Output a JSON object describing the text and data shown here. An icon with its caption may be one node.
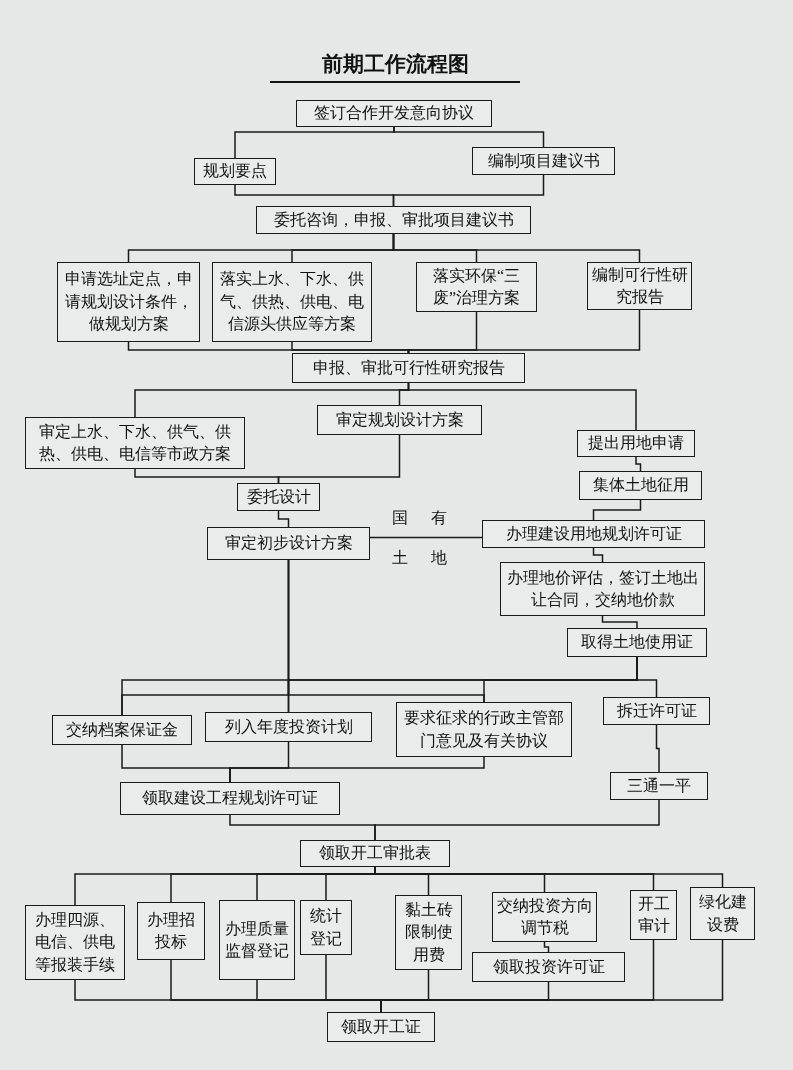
{
  "diagram": {
    "title": "前期工作流程图",
    "nodes": [
      {
        "text": [
          "签订合作开发意向协议"
        ]
      },
      {
        "text": [
          "规划要点"
        ]
      },
      {
        "text": [
          "编制项目建议书"
        ]
      },
      {
        "text": [
          "委托咨询，申报、审批项目建议书"
        ]
      },
      {
        "text": [
          "申请选址定点，申请规划设计条件，做规划方案"
        ]
      },
      {
        "text": [
          "落实上水、下水、供气、供热、供电、电信源头供应等方案"
        ]
      },
      {
        "text": [
          "落实环保“三废”治理方案"
        ]
      },
      {
        "text": [
          "编制可行性研究报告"
        ]
      },
      {
        "text": [
          "申报、审批可行性研究报告"
        ]
      },
      {
        "text": [
          "审定上水、下水、供气、供热、供电、电信等市政方案"
        ]
      },
      {
        "text": [
          "审定规划设计方案"
        ]
      },
      {
        "text": [
          "提出用地申请"
        ]
      },
      {
        "text": [
          "集体土地征用"
        ]
      },
      {
        "text": [
          "委托设计"
        ]
      },
      {
        "text": [
          "审定初步设计方案"
        ]
      },
      {
        "text": [
          "办理建设用地规划许可证"
        ]
      },
      {
        "text": [
          "办理地价评估，签订土地出让合同，交纳地价款"
        ]
      },
      {
        "text": [
          "取得土地使用证"
        ]
      },
      {
        "text": [
          "交纳档案保证金"
        ]
      },
      {
        "text": [
          "列入年度投资计划"
        ]
      },
      {
        "text": [
          "要求征求的行政主管部门意见及有关协议"
        ]
      },
      {
        "text": [
          "拆迁许可证"
        ]
      },
      {
        "text": [
          "领取建设工程规划许可证"
        ]
      },
      {
        "text": [
          "三通一平"
        ]
      },
      {
        "text": [
          "领取开工审批表"
        ]
      },
      {
        "text": [
          "办理四源、电信、供电等报装手续"
        ]
      },
      {
        "text": [
          "办理招投标"
        ]
      },
      {
        "text": [
          "办理质量监督登记"
        ]
      },
      {
        "text": [
          "统计登记"
        ]
      },
      {
        "text": [
          "黏土砖限制使用费"
        ]
      },
      {
        "text": [
          "交纳投资方向调节税"
        ]
      },
      {
        "text": [
          "领取投资许可证"
        ]
      },
      {
        "text": [
          "开工审计"
        ]
      },
      {
        "text": [
          "绿化建设费"
        ]
      },
      {
        "text": [
          "领取开工证"
        ]
      }
    ],
    "edges": [
      {
        "from": 0,
        "to": 1,
        "arrow": "none"
      },
      {
        "from": 0,
        "to": 2,
        "arrow": "none"
      },
      {
        "from": 1,
        "to": 3,
        "arrow": "none"
      },
      {
        "from": 2,
        "to": 3,
        "arrow": "none"
      },
      {
        "from": 3,
        "to": 4,
        "arrow": "none"
      },
      {
        "from": 3,
        "to": 5,
        "arrow": "none"
      },
      {
        "from": 3,
        "to": 6,
        "arrow": "none"
      },
      {
        "from": 3,
        "to": 7,
        "arrow": "none"
      },
      {
        "from": 4,
        "to": 8,
        "arrow": "none"
      },
      {
        "from": 5,
        "to": 8,
        "arrow": "none"
      },
      {
        "from": 6,
        "to": 8,
        "arrow": "none"
      },
      {
        "from": 7,
        "to": 8,
        "arrow": "none"
      },
      {
        "from": 8,
        "to": 9,
        "arrow": "none"
      },
      {
        "from": 8,
        "to": 10,
        "arrow": "none"
      },
      {
        "from": 8,
        "to": 11,
        "arrow": "none"
      },
      {
        "from": 9,
        "to": 13,
        "arrow": "none"
      },
      {
        "from": 10,
        "to": 13,
        "arrow": "none"
      },
      {
        "from": 13,
        "to": 14,
        "arrow": "none"
      },
      {
        "from": 14,
        "to": 15,
        "arrow": "none",
        "label": "国有土地"
      },
      {
        "from": 11,
        "to": 12,
        "arrow": "none"
      },
      {
        "from": 12,
        "to": 15,
        "arrow": "none"
      },
      {
        "from": 15,
        "to": 16,
        "arrow": "none"
      },
      {
        "from": 16,
        "to": 17,
        "arrow": "none"
      },
      {
        "from": 14,
        "to": 18,
        "arrow": "none"
      },
      {
        "from": 14,
        "to": 19,
        "arrow": "none"
      },
      {
        "from": 14,
        "to": 20,
        "arrow": "none"
      },
      {
        "from": 17,
        "to": 18,
        "arrow": "none"
      },
      {
        "from": 17,
        "to": 19,
        "arrow": "none"
      },
      {
        "from": 17,
        "to": 20,
        "arrow": "none"
      },
      {
        "from": 17,
        "to": 21,
        "arrow": "none"
      },
      {
        "from": 18,
        "to": 22,
        "arrow": "none"
      },
      {
        "from": 19,
        "to": 22,
        "arrow": "none"
      },
      {
        "from": 20,
        "to": 22,
        "arrow": "none"
      },
      {
        "from": 21,
        "to": 23,
        "arrow": "none"
      },
      {
        "from": 22,
        "to": 24,
        "arrow": "none"
      },
      {
        "from": 23,
        "to": 24,
        "arrow": "none"
      },
      {
        "from": 24,
        "to": 25,
        "arrow": "none"
      },
      {
        "from": 24,
        "to": 26,
        "arrow": "none"
      },
      {
        "from": 24,
        "to": 27,
        "arrow": "none"
      },
      {
        "from": 24,
        "to": 28,
        "arrow": "none"
      },
      {
        "from": 24,
        "to": 29,
        "arrow": "none"
      },
      {
        "from": 24,
        "to": 30,
        "arrow": "none"
      },
      {
        "from": 24,
        "to": 32,
        "arrow": "none"
      },
      {
        "from": 24,
        "to": 33,
        "arrow": "none"
      },
      {
        "from": 30,
        "to": 31,
        "arrow": "none"
      },
      {
        "from": 25,
        "to": 34,
        "arrow": "none"
      },
      {
        "from": 26,
        "to": 34,
        "arrow": "none"
      },
      {
        "from": 27,
        "to": 34,
        "arrow": "none"
      },
      {
        "from": 28,
        "to": 34,
        "arrow": "none"
      },
      {
        "from": 29,
        "to": 34,
        "arrow": "none"
      },
      {
        "from": 31,
        "to": 34,
        "arrow": "none"
      },
      {
        "from": 32,
        "to": 34,
        "arrow": "none"
      },
      {
        "from": 33,
        "to": 34,
        "arrow": "none"
      }
    ]
  }
}
